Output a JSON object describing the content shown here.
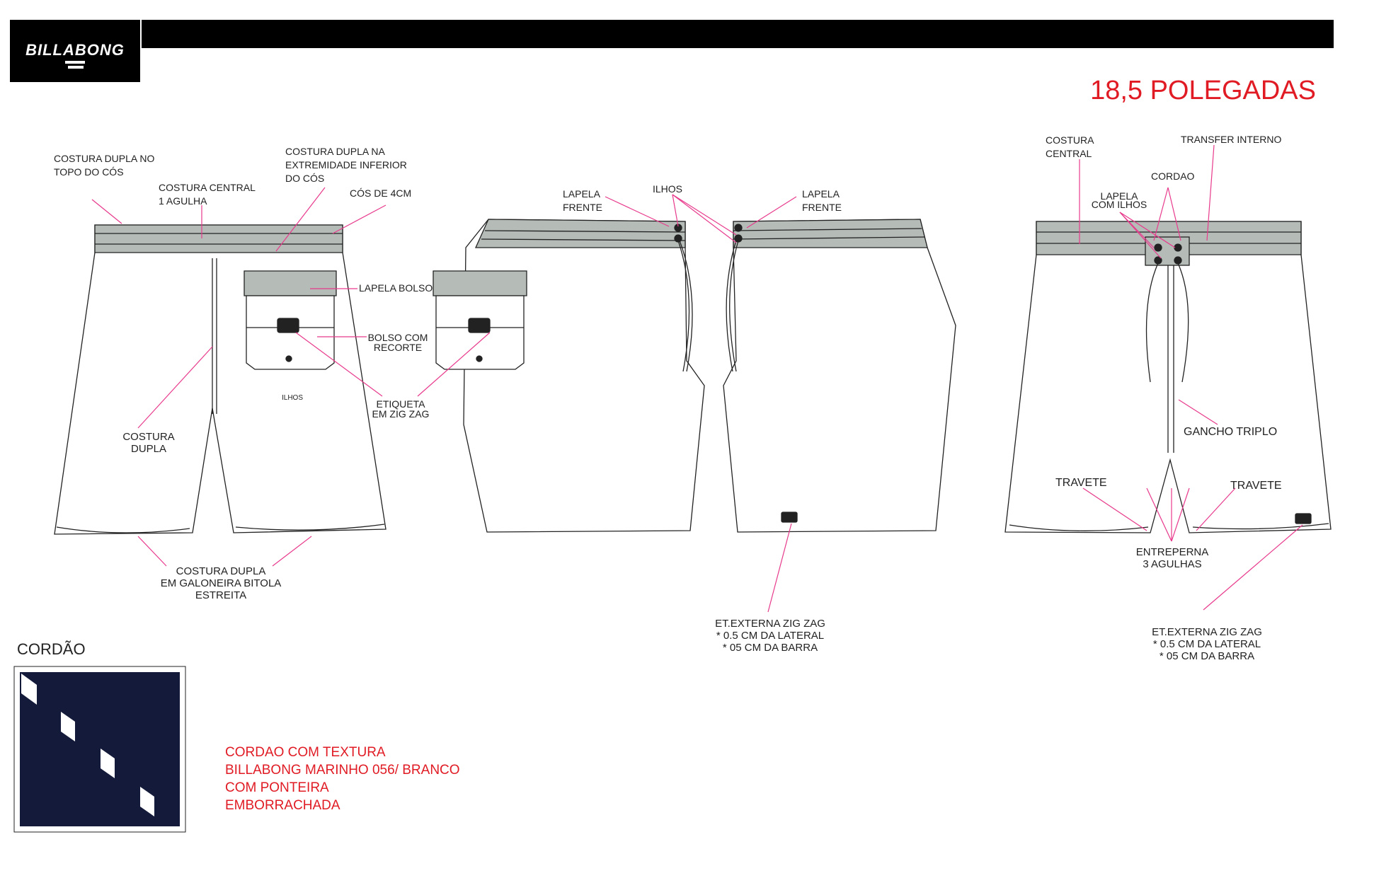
{
  "brand": {
    "logo_text": "BILLABONG"
  },
  "header": {
    "size_title": "18,5 POLEGADAS"
  },
  "back_view": {
    "costura_dupla_topo": [
      "COSTURA DUPLA NO",
      "TOPO DO CÓS"
    ],
    "costura_central": [
      "COSTURA CENTRAL",
      "1 AGULHA"
    ],
    "costura_dupla_inferior": [
      "COSTURA DUPLA NA",
      "EXTREMIDADE INFERIOR",
      "DO CÓS"
    ],
    "cos": "CÓS DE 4CM",
    "lapela_bolso": "LAPELA BOLSO",
    "bolso_recorte": [
      "BOLSO COM",
      "RECORTE"
    ],
    "ilhos": "ILHOS",
    "etiqueta": [
      "ETIQUETA",
      "EM ZIG ZAG"
    ],
    "costura_dupla_side": [
      "COSTURA",
      "DUPLA"
    ],
    "costura_galoneira": [
      "COSTURA DUPLA",
      "EM GALONEIRA BITOLA",
      "ESTREITA"
    ]
  },
  "side_view": {
    "lapela_frente_left": [
      "LAPELA",
      "FRENTE"
    ],
    "ilhos": "ILHOS",
    "lapela_frente_right": [
      "LAPELA",
      "FRENTE"
    ],
    "et_externa": [
      "ET.EXTERNA ZIG ZAG",
      "* 0.5 CM DA LATERAL",
      "* 05 CM DA BARRA"
    ]
  },
  "front_view": {
    "costura_central": [
      "COSTURA",
      "CENTRAL"
    ],
    "transfer_interno": "TRANSFER INTERNO",
    "cordao": "CORDAO",
    "lapela_ilhos": [
      "LAPELA",
      "COM ILHOS"
    ],
    "gancho_triplo": "GANCHO TRIPLO",
    "travete_left": "TRAVETE",
    "travete_right": "TRAVETE",
    "entreperna": [
      "ENTREPERNA",
      "3 AGULHAS"
    ],
    "et_externa": [
      "ET.EXTERNA ZIG ZAG",
      "* 0.5 CM DA LATERAL",
      "* 05 CM DA BARRA"
    ]
  },
  "cord": {
    "title": "CORDÃO",
    "description": [
      "CORDAO COM TEXTURA",
      "BILLABONG MARINHO 056/ BRANCO",
      "COM PONTEIRA",
      "EMBORRACHADA"
    ]
  },
  "colors": {
    "header_bar": "#000000",
    "waistband": "#b5bcb8",
    "leader": "#e83a8c",
    "highlight_text": "#e01b24",
    "cord_swatch": "#141a3a",
    "outline": "#222222"
  }
}
